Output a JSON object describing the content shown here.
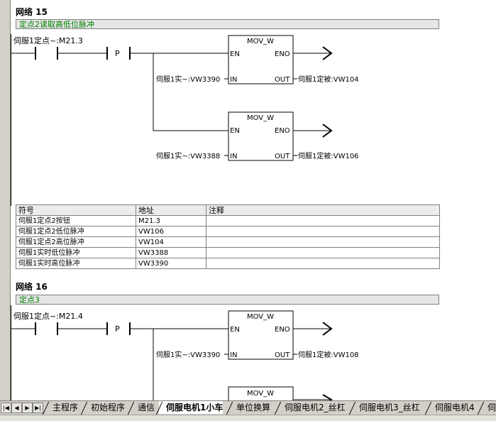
{
  "networks": [
    {
      "title": "网络 15",
      "comment": "定点2读取高低位脉冲",
      "contact_label": "伺服1定点~:M21.3",
      "edge_label": "P",
      "blocks": [
        {
          "name": "MOV_W",
          "en": "EN",
          "eno": "ENO",
          "in": "IN",
          "out": "OUT",
          "in_label": "伺服1实~:VW3390",
          "out_label": "伺服1定被:VW104"
        },
        {
          "name": "MOV_W",
          "en": "EN",
          "eno": "ENO",
          "in": "IN",
          "out": "OUT",
          "in_label": "伺服1实~:VW3388",
          "out_label": "伺服1定被:VW106"
        }
      ],
      "symbol_table": {
        "headers": [
          "符号",
          "地址",
          "注释"
        ],
        "rows": [
          [
            "伺服1定点2按钮",
            "M21.3",
            ""
          ],
          [
            "伺服1定点2低位脉冲",
            "VW106",
            ""
          ],
          [
            "伺服1定点2高位脉冲",
            "VW104",
            ""
          ],
          [
            "伺服1实时低位脉冲",
            "VW3388",
            ""
          ],
          [
            "伺服1实时高位脉冲",
            "VW3390",
            ""
          ]
        ]
      }
    },
    {
      "title": "网络 16",
      "comment": "定点3",
      "contact_label": "伺服1定点~:M21.4",
      "edge_label": "P",
      "blocks": [
        {
          "name": "MOV_W",
          "en": "EN",
          "eno": "ENO",
          "in": "IN",
          "out": "OUT",
          "in_label": "伺服1实~:VW3390",
          "out_label": "伺服1定被:VW108"
        },
        {
          "name": "MOV_W"
        }
      ]
    }
  ],
  "tabs": [
    {
      "label": "主程序"
    },
    {
      "label": "初始程序"
    },
    {
      "label": "通信"
    },
    {
      "label": "伺服电机1小车",
      "active": true
    },
    {
      "label": "单位换算"
    },
    {
      "label": "伺服电机2_丝杠"
    },
    {
      "label": "伺服电机3_丝杠"
    },
    {
      "label": "伺服电机4"
    },
    {
      "label": "伺"
    }
  ],
  "nav_buttons": [
    "first",
    "prev",
    "next",
    "last"
  ],
  "colors": {
    "comment_text": "#008000",
    "wire": "#000000",
    "chrome": "#d4d0c8"
  }
}
